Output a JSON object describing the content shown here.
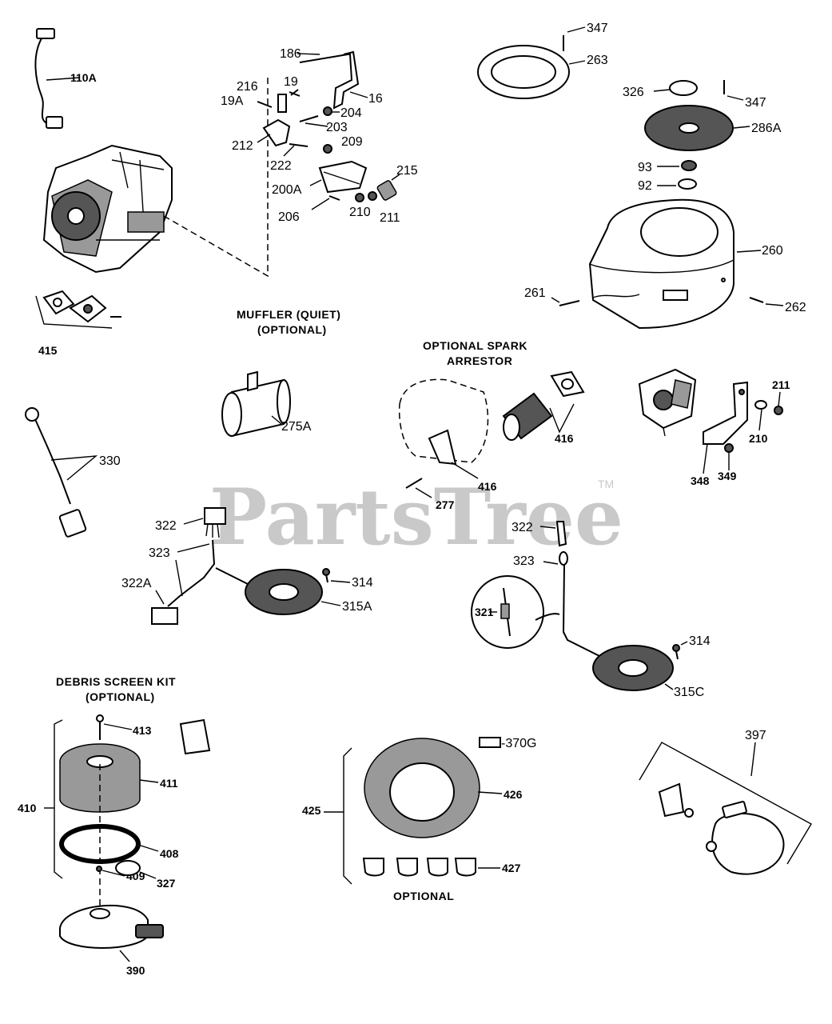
{
  "watermark": {
    "text": "PartsTree",
    "tm": "TM"
  },
  "captions": {
    "muffler_line1": "MUFFLER (QUIET)",
    "muffler_line2": "(OPTIONAL)",
    "spark_line1": "OPTIONAL SPARK",
    "spark_line2": "ARRESTOR",
    "debris_line1": "DEBRIS SCREEN KIT",
    "debris_line2": "(OPTIONAL)",
    "optional": "OPTIONAL"
  },
  "labels": {
    "p110a": "110A",
    "p186": "186",
    "p19": "19",
    "p216": "216",
    "p19a": "19A",
    "p16": "16",
    "p204": "204",
    "p203": "203",
    "p212": "212",
    "p209": "209",
    "p222": "222",
    "p215": "215",
    "p200a": "200A",
    "p206": "206",
    "p210a": "210",
    "p211a": "211",
    "p347a": "347",
    "p263": "263",
    "p326": "326",
    "p347b": "347",
    "p286a": "286A",
    "p93": "93",
    "p92": "92",
    "p260": "260",
    "p261": "261",
    "p262": "262",
    "p415": "415",
    "p275a": "275A",
    "p416a": "416",
    "p416b": "416",
    "p277": "277",
    "p211b": "211",
    "p210b": "210",
    "p348": "348",
    "p349": "349",
    "p330": "330",
    "p322a": "322",
    "p323a": "323",
    "p322aa": "322A",
    "p314a": "314",
    "p315a": "315A",
    "p322b": "322",
    "p323b": "323",
    "p321": "321",
    "p314b": "314",
    "p315c": "315C",
    "p413": "413",
    "p411": "411",
    "p410": "410",
    "p408": "408",
    "p409": "409",
    "p327": "327",
    "p390": "390",
    "p370g": "-370G",
    "p426": "426",
    "p425": "425",
    "p427": "427",
    "p397": "397"
  }
}
